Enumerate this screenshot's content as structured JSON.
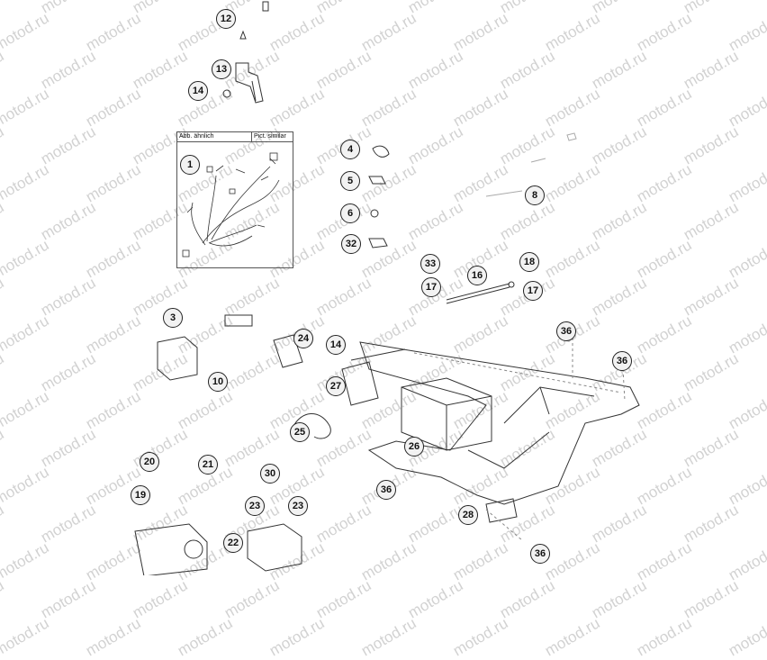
{
  "watermark_text": "motod.ru",
  "inset": {
    "label_left": "Abb. ähnlich",
    "label_right": "Pict. similar"
  },
  "callouts": [
    "12",
    "13",
    "14",
    "1",
    "4",
    "5",
    "6",
    "32",
    "8",
    "33",
    "16",
    "18",
    "17",
    "17",
    "3",
    "24",
    "14",
    "10",
    "36",
    "36",
    "27",
    "25",
    "26",
    "20",
    "21",
    "30",
    "19",
    "23",
    "23",
    "22",
    "36",
    "28",
    "36"
  ],
  "colors": {
    "line": "#333333",
    "callout_fill": "#f2f2f2",
    "watermark": "#d2d2d2"
  }
}
